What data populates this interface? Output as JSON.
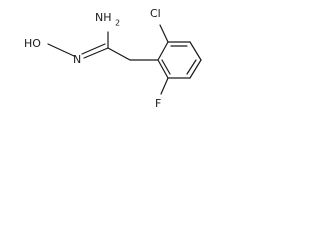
{
  "molecule": {
    "atoms": {
      "chlorine": "Cl",
      "fluorine": "F",
      "amine": "NH",
      "amine_subscript": "2",
      "hydroxyimino_n": "N",
      "hydroxyl": "HO"
    }
  }
}
